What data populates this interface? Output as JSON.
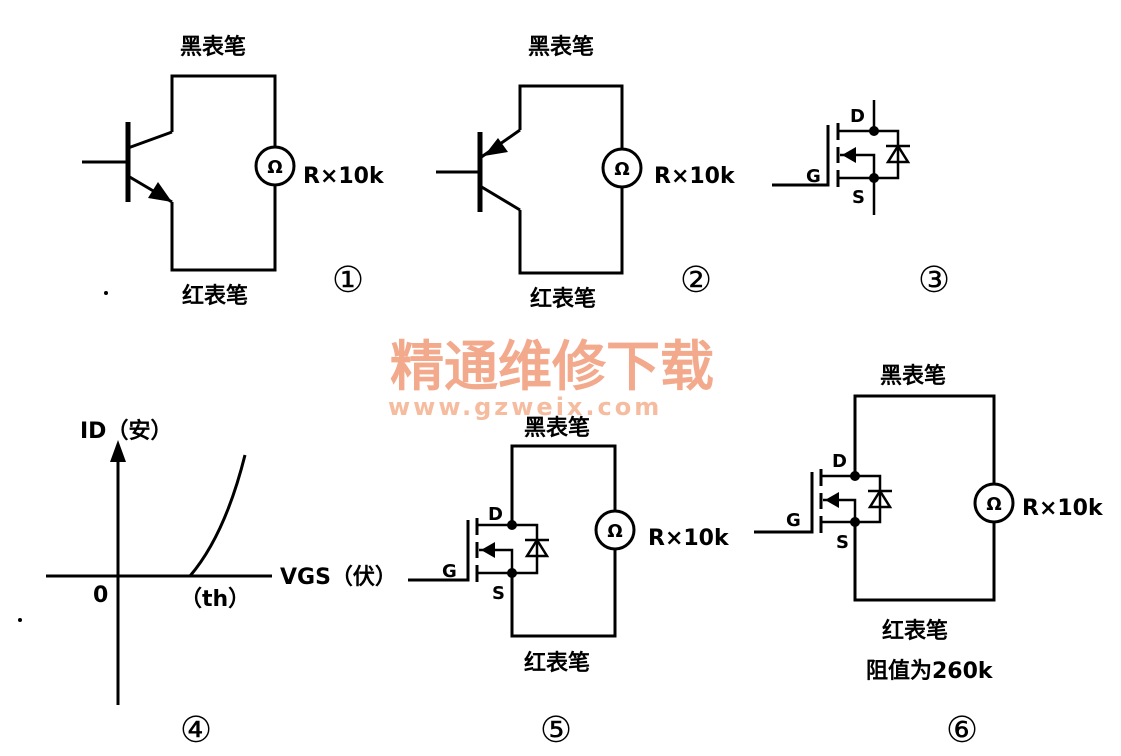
{
  "labels": {
    "black_probe": "黑表笔",
    "red_probe": "红表笔",
    "ohm_symbol": "Ω",
    "range": "R×10k",
    "drain": "D",
    "gate": "G",
    "source": "S"
  },
  "numbers": {
    "n1": "①",
    "n2": "②",
    "n3": "③",
    "n4": "④",
    "n5": "⑤",
    "n6": "⑥"
  },
  "graph": {
    "y_label": "ID（安）",
    "x_label": "VGS（伏）",
    "origin": "0",
    "threshold": "（th）"
  },
  "result": "阻值为260k",
  "watermark": {
    "title": "精通维修下载",
    "url": "www.gzweix.com"
  }
}
